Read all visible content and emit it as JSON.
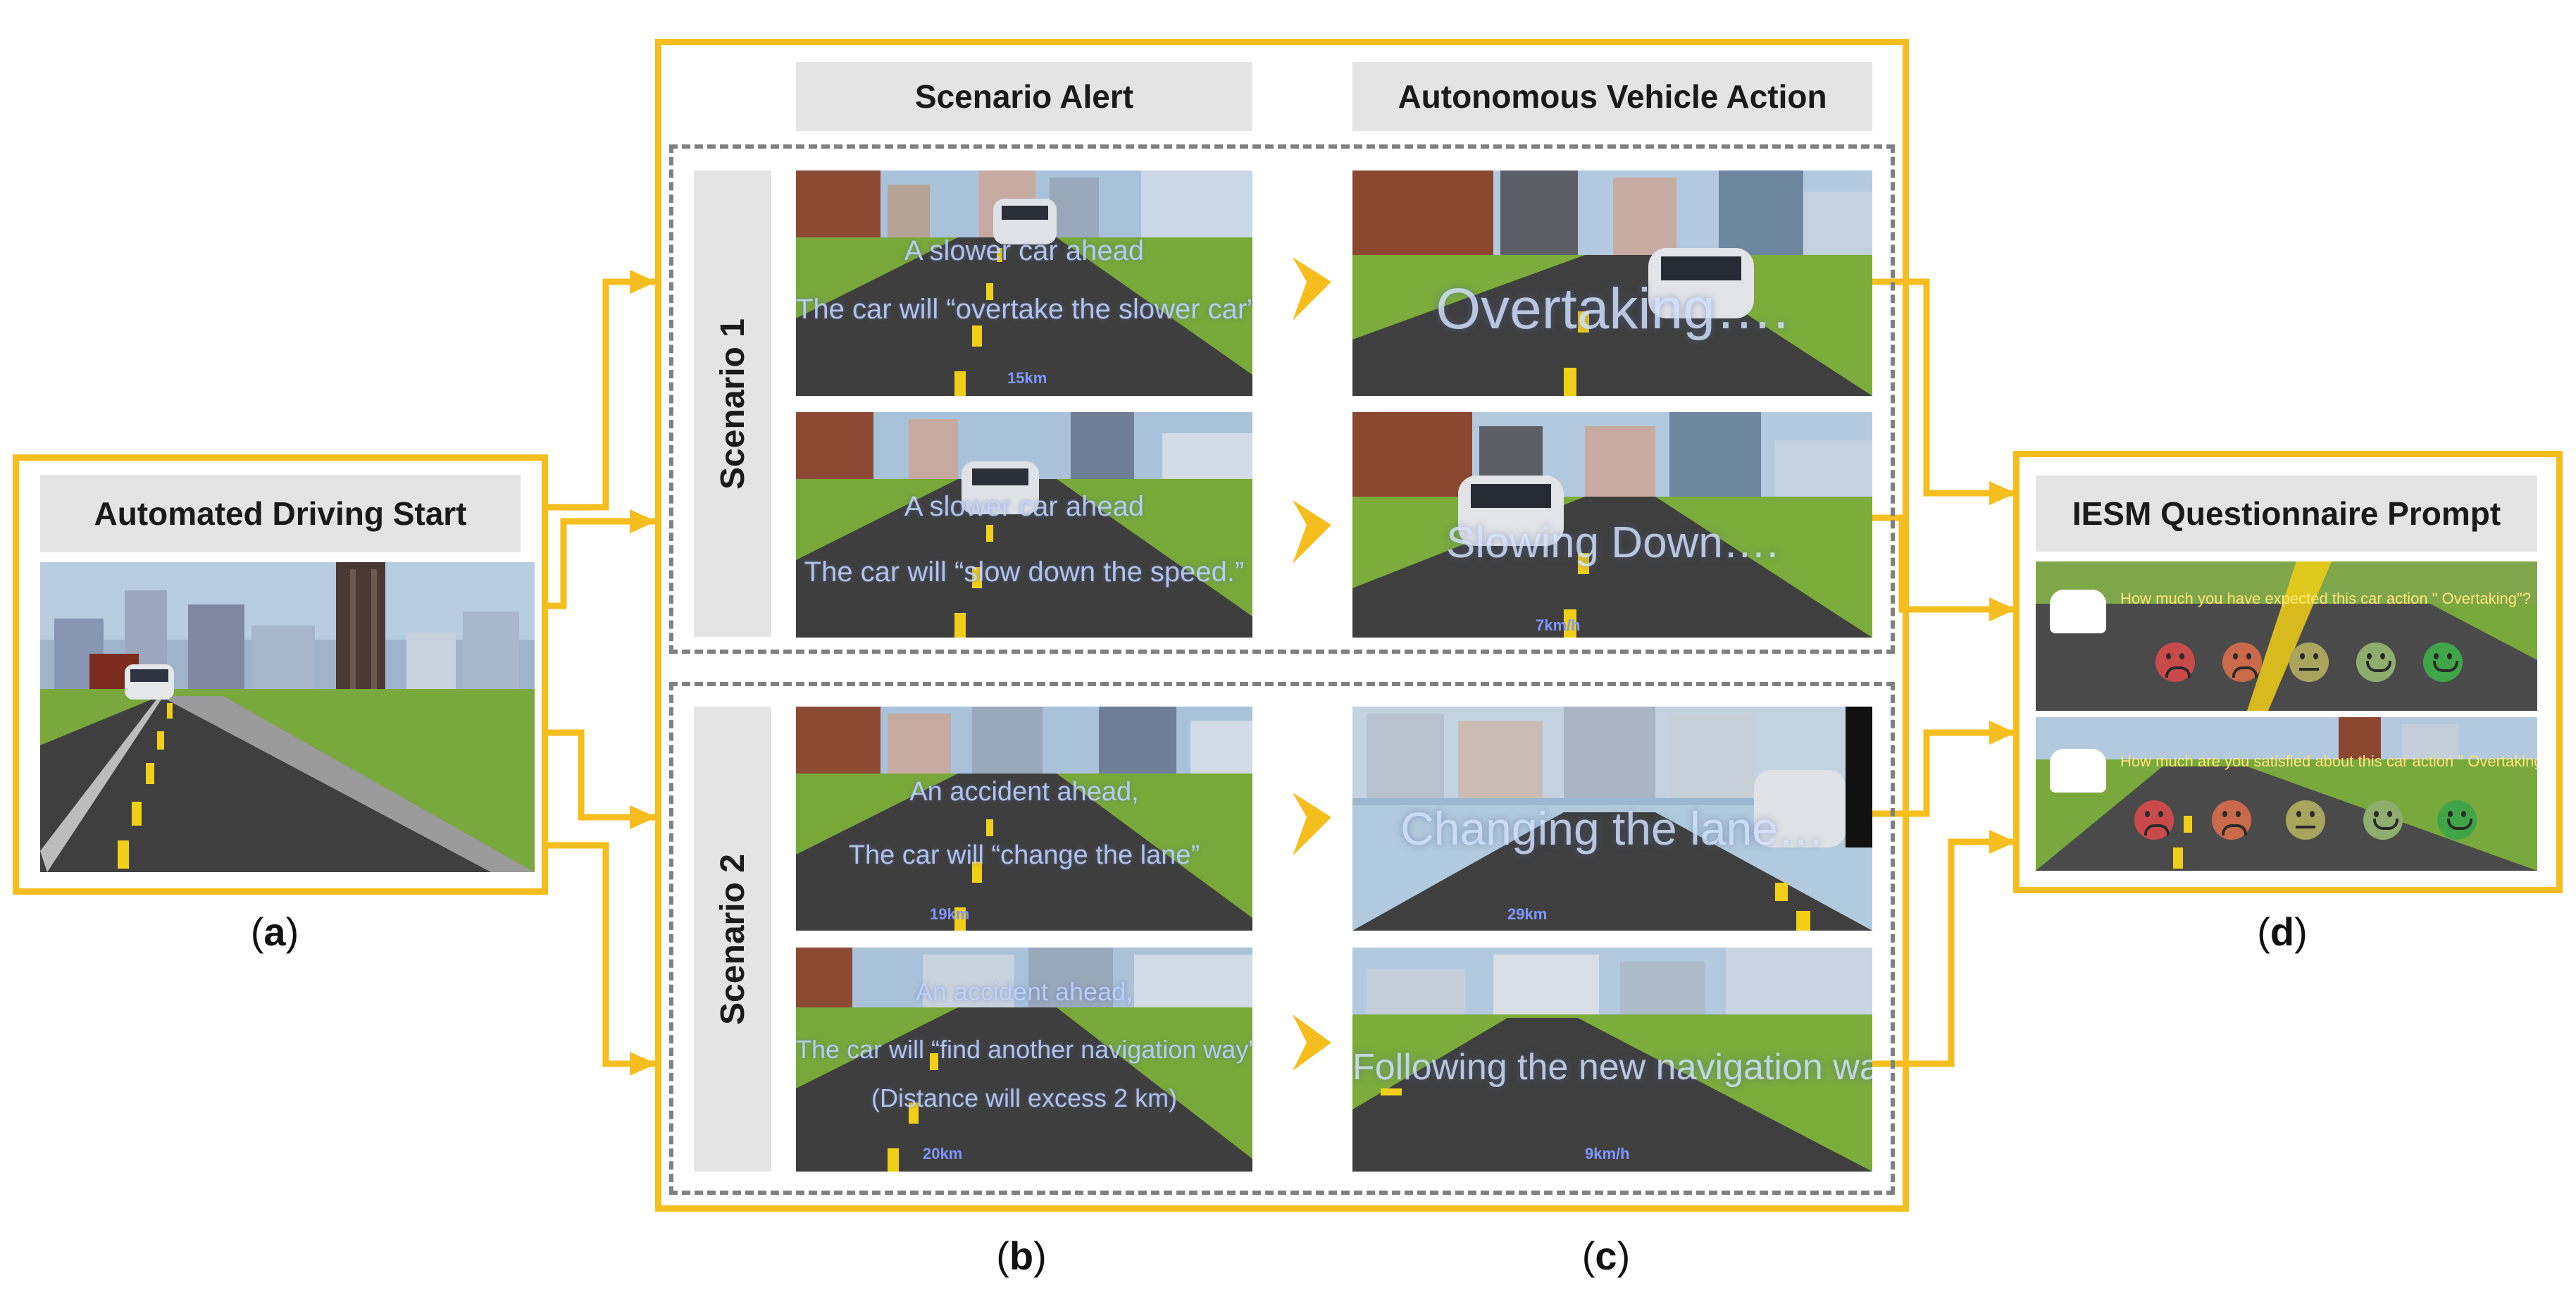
{
  "colors": {
    "accent_yellow": "#F5BE1E",
    "dashed_gray": "#808080",
    "header_bg": "#E4E4E4",
    "overlay_text": "#C4D6FF",
    "speed_text": "#7F96FF",
    "question_text": "#FFE47A"
  },
  "panel_a": {
    "title": "Automated Driving Start",
    "caption": "(a)",
    "caption_letter": "a"
  },
  "panel_b": {
    "header": "Scenario Alert",
    "caption": "(b)",
    "caption_letter": "b"
  },
  "panel_c": {
    "header": "Autonomous Vehicle Action",
    "caption": "(c)",
    "caption_letter": "c"
  },
  "panel_d": {
    "title": "IESM Questionnaire Prompt",
    "caption": "(d)",
    "caption_letter": "d",
    "questions": [
      "How much you have expected this car action \" Overtaking\"?",
      "How much are you satisfied about this car action \" Overtaking\"?"
    ],
    "face_colors": [
      "#C94A4A",
      "#C96A4A",
      "#A9A45E",
      "#8FAE6E",
      "#3FA548"
    ]
  },
  "scenarios": [
    {
      "label": "Scenario 1",
      "rows": [
        {
          "alert_lines": [
            "A slower car ahead",
            "The car will “overtake the slower car”"
          ],
          "alert_speed": "15km",
          "action_text": "Overtaking….",
          "action_speed": ""
        },
        {
          "alert_lines": [
            "A slower car ahead",
            "The car will “slow down the speed.”"
          ],
          "alert_speed": "",
          "action_text": "Slowing Down….",
          "action_speed": "7km/h"
        }
      ]
    },
    {
      "label": "Scenario 2",
      "rows": [
        {
          "alert_lines": [
            "An accident ahead,",
            "The car will “change the lane”"
          ],
          "alert_speed": "19km",
          "action_text": "Changing the lane…",
          "action_speed": "29km"
        },
        {
          "alert_lines": [
            "An accident ahead,",
            "The car will “find another navigation way”",
            "(Distance will excess 2 km)"
          ],
          "alert_speed": "20km",
          "action_text": "Following the new navigation way….",
          "action_speed": "9km/h"
        }
      ]
    }
  ]
}
